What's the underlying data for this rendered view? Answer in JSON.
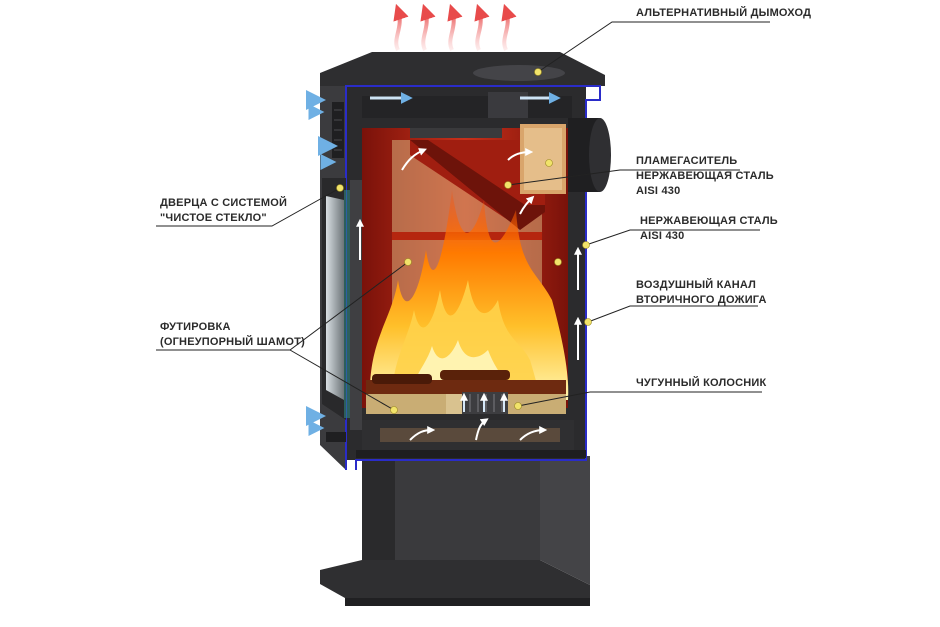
{
  "colors": {
    "steel": "#2e2e30",
    "steel_light": "#4a4a4d",
    "outline": "#2a2cc9",
    "fire": "#ff8a00",
    "firebox": "#b32012",
    "chamotte": "#d9c28f",
    "air": "#8fc1ea",
    "hot_air": "#ef6262",
    "leader": "#222222",
    "dot": "#f1e36a"
  },
  "labels": {
    "chimney": {
      "lines": [
        "АЛЬТЕРНАТИВНЫЙ ДЫМОХОД"
      ]
    },
    "flame_damper": {
      "lines": [
        "ПЛАМЕГАСИТЕЛЬ",
        "НЕРЖАВЕЮЩАЯ СТАЛЬ",
        "AISI 430"
      ]
    },
    "steel": {
      "lines": [
        "НЕРЖАВЕЮЩАЯ СТАЛЬ",
        "AISI 430"
      ]
    },
    "air_channel": {
      "lines": [
        "ВОЗДУШНЫЙ КАНАЛ",
        "ВТОРИЧНОГО ДОЖИГА"
      ]
    },
    "grate": {
      "lines": [
        "ЧУГУННЫЙ КОЛОСНИК"
      ]
    },
    "door": {
      "lines": [
        "ДВЕРЦА С СИСТЕМОЙ",
        "\"ЧИСТОЕ СТЕКЛО\""
      ]
    },
    "lining": {
      "lines": [
        "ФУТИРОВКА",
        "(ОГНЕУПОРНЫЙ ШАМОТ)"
      ]
    }
  }
}
